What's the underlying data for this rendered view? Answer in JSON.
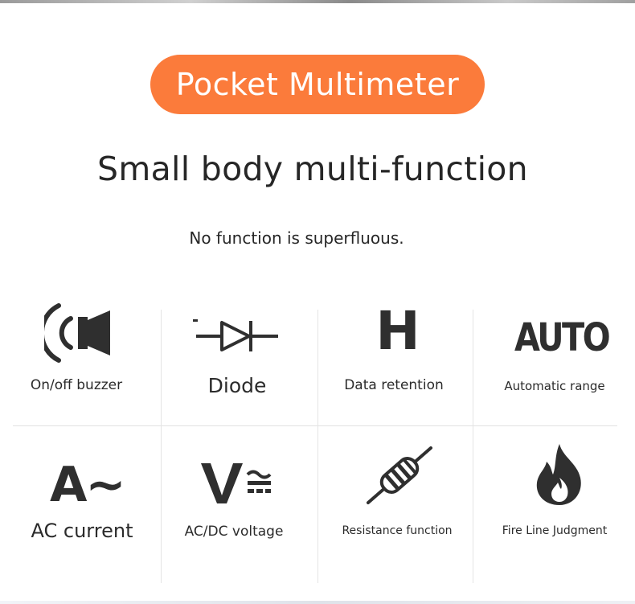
{
  "pill_title": "Pocket Multimeter",
  "headline": "Small body multi-function",
  "subline": "No function is superfluous.",
  "accent_color": "#fb7b3b",
  "features": [
    {
      "label": "On/off buzzer",
      "icon": "speaker-icon"
    },
    {
      "label": "Diode",
      "icon": "diode-icon"
    },
    {
      "label": "Data retention",
      "icon": "hold-icon",
      "glyph": "H"
    },
    {
      "label": "Automatic range",
      "icon": "auto-icon",
      "glyph": "AUTO"
    },
    {
      "label": "AC current",
      "icon": "ac-current-icon",
      "glyph": "A~"
    },
    {
      "label": "AC/DC voltage",
      "icon": "acdc-voltage-icon",
      "glyph": "V"
    },
    {
      "label": "Resistance function",
      "icon": "resistor-icon"
    },
    {
      "label": "Fire Line Judgment",
      "icon": "flame-icon"
    }
  ]
}
